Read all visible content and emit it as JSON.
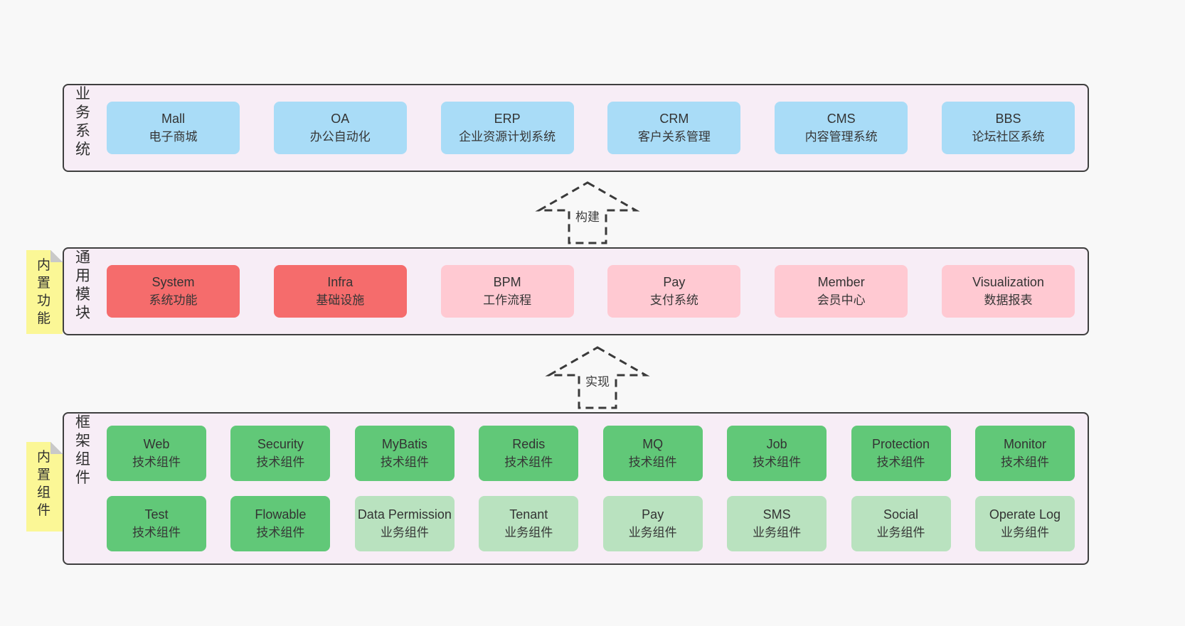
{
  "arrows": [
    {
      "label": "构建"
    },
    {
      "label": "实现"
    }
  ],
  "layers": [
    {
      "label": "业务系统",
      "rows": [
        [
          {
            "name": "Mall",
            "desc": "电子商城",
            "variant": "blue"
          },
          {
            "name": "OA",
            "desc": "办公自动化",
            "variant": "blue"
          },
          {
            "name": "ERP",
            "desc": "企业资源计划系统",
            "variant": "blue"
          },
          {
            "name": "CRM",
            "desc": "客户关系管理",
            "variant": "blue"
          },
          {
            "name": "CMS",
            "desc": "内容管理系统",
            "variant": "blue"
          },
          {
            "name": "BBS",
            "desc": "论坛社区系统",
            "variant": "blue"
          }
        ]
      ]
    },
    {
      "label": "通用模块",
      "note": "内置功能",
      "rows": [
        [
          {
            "name": "System",
            "desc": "系统功能",
            "variant": "red"
          },
          {
            "name": "Infra",
            "desc": "基础设施",
            "variant": "red"
          },
          {
            "name": "BPM",
            "desc": "工作流程",
            "variant": "pink"
          },
          {
            "name": "Pay",
            "desc": "支付系统",
            "variant": "pink"
          },
          {
            "name": "Member",
            "desc": "会员中心",
            "variant": "pink"
          },
          {
            "name": "Visualization",
            "desc": "数据报表",
            "variant": "pink"
          }
        ]
      ]
    },
    {
      "label": "框架组件",
      "note": "内置组件",
      "rows": [
        [
          {
            "name": "Web",
            "desc": "技术组件",
            "variant": "green"
          },
          {
            "name": "Security",
            "desc": "技术组件",
            "variant": "green"
          },
          {
            "name": "MyBatis",
            "desc": "技术组件",
            "variant": "green"
          },
          {
            "name": "Redis",
            "desc": "技术组件",
            "variant": "green"
          },
          {
            "name": "MQ",
            "desc": "技术组件",
            "variant": "green"
          },
          {
            "name": "Job",
            "desc": "技术组件",
            "variant": "green"
          },
          {
            "name": "Protection",
            "desc": "技术组件",
            "variant": "green"
          },
          {
            "name": "Monitor",
            "desc": "技术组件",
            "variant": "green"
          }
        ],
        [
          {
            "name": "Test",
            "desc": "技术组件",
            "variant": "green"
          },
          {
            "name": "Flowable",
            "desc": "技术组件",
            "variant": "green"
          },
          {
            "name": "Data Permission",
            "desc": "业务组件",
            "variant": "lightgreen"
          },
          {
            "name": "Tenant",
            "desc": "业务组件",
            "variant": "lightgreen"
          },
          {
            "name": "Pay",
            "desc": "业务组件",
            "variant": "lightgreen"
          },
          {
            "name": "SMS",
            "desc": "业务组件",
            "variant": "lightgreen"
          },
          {
            "name": "Social",
            "desc": "业务组件",
            "variant": "lightgreen"
          },
          {
            "name": "Operate Log",
            "desc": "业务组件",
            "variant": "lightgreen"
          }
        ]
      ]
    }
  ],
  "colors": {
    "page_bg": "#f8f8f8",
    "container_bg": "#f7edf6",
    "container_border": "#3f3f3f",
    "blue": "#a9dcf7",
    "red": "#f56c6c",
    "pink": "#ffc9d2",
    "green": "#61c878",
    "lightgreen": "#b9e2bf",
    "note_yellow": "#fbf796",
    "note_fold": "#c9c9c9",
    "arrow_stroke": "#3a3a3a",
    "text": "#383838"
  }
}
